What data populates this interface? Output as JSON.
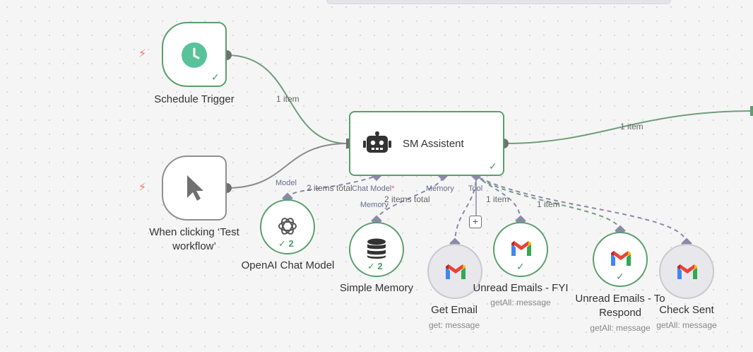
{
  "nodes": {
    "schedule": {
      "label": "Schedule Trigger"
    },
    "manual": {
      "label_line1": "When clicking ‘Test",
      "label_line2": "workflow’"
    },
    "agent": {
      "title": "SM Assistent",
      "port_model": "Chat Model",
      "port_model_required": "*",
      "port_memory": "Memory",
      "port_tool": "Tool"
    },
    "openai": {
      "label": "OpenAI Chat Model",
      "count": "2",
      "port": "Model"
    },
    "memory": {
      "label": "Simple Memory",
      "count": "2",
      "port": "Memory"
    },
    "get_email": {
      "label": "Get Email",
      "subtitle": "get: message"
    },
    "fyi": {
      "label": "Unread Emails - FYI",
      "subtitle": "getAll: message"
    },
    "respond": {
      "label_line1": "Unread Emails - To",
      "label_line2": "Respond",
      "subtitle": "getAll: message"
    },
    "check_sent": {
      "label": "Check Sent",
      "subtitle": "getAll: message"
    }
  },
  "edge_labels": {
    "schedule_to_agent": "1 item",
    "agent_out": "1 item",
    "model": "2 items total",
    "memory": "2 items total",
    "tool_fyi": "1 item",
    "tool_respond": "1 item"
  },
  "icons": {
    "schedule": "clock-icon",
    "manual": "cursor-icon",
    "agent": "robot-icon",
    "openai": "openai-icon",
    "memory": "database-icon",
    "gmail": "gmail-icon",
    "trigger_bolt": "lightning-icon"
  },
  "colors": {
    "success": "#5a9f6c",
    "connection": "#8a8aa8",
    "bolt": "#ef7a6a",
    "clock": "#58c39a"
  }
}
